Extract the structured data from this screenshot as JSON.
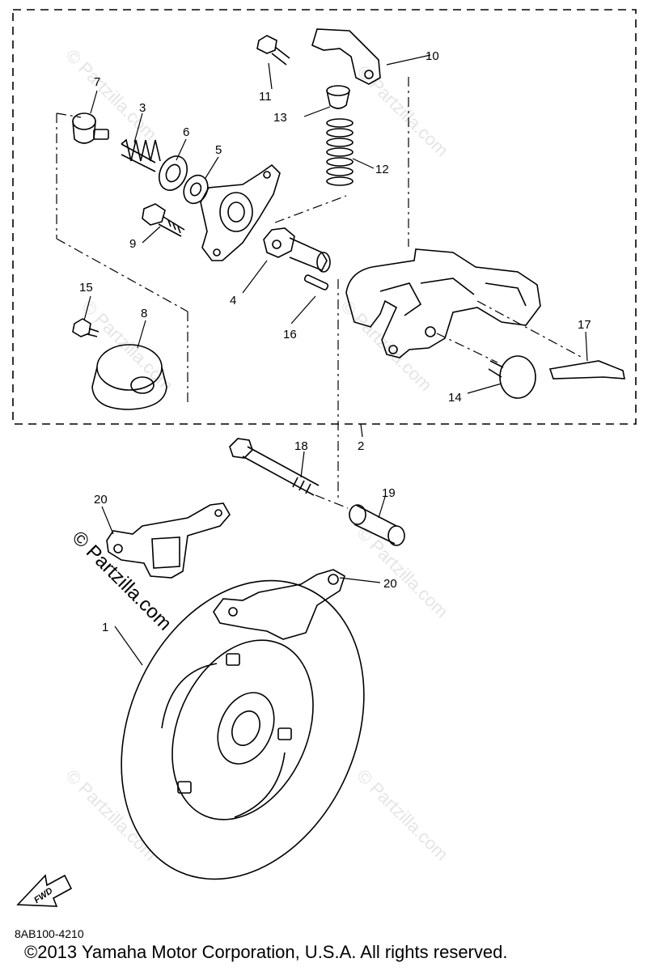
{
  "callouts": [
    "1",
    "2",
    "3",
    "4",
    "5",
    "6",
    "7",
    "8",
    "9",
    "10",
    "11",
    "12",
    "13",
    "14",
    "15",
    "16",
    "17",
    "18",
    "19",
    "20",
    "20"
  ],
  "watermark": "© Partzilla.com",
  "fwd_label": "FWD",
  "diagram_code": "8AB100-4210",
  "copyright": "©2013 Yamaha Motor Corporation, U.S.A. All rights reserved."
}
